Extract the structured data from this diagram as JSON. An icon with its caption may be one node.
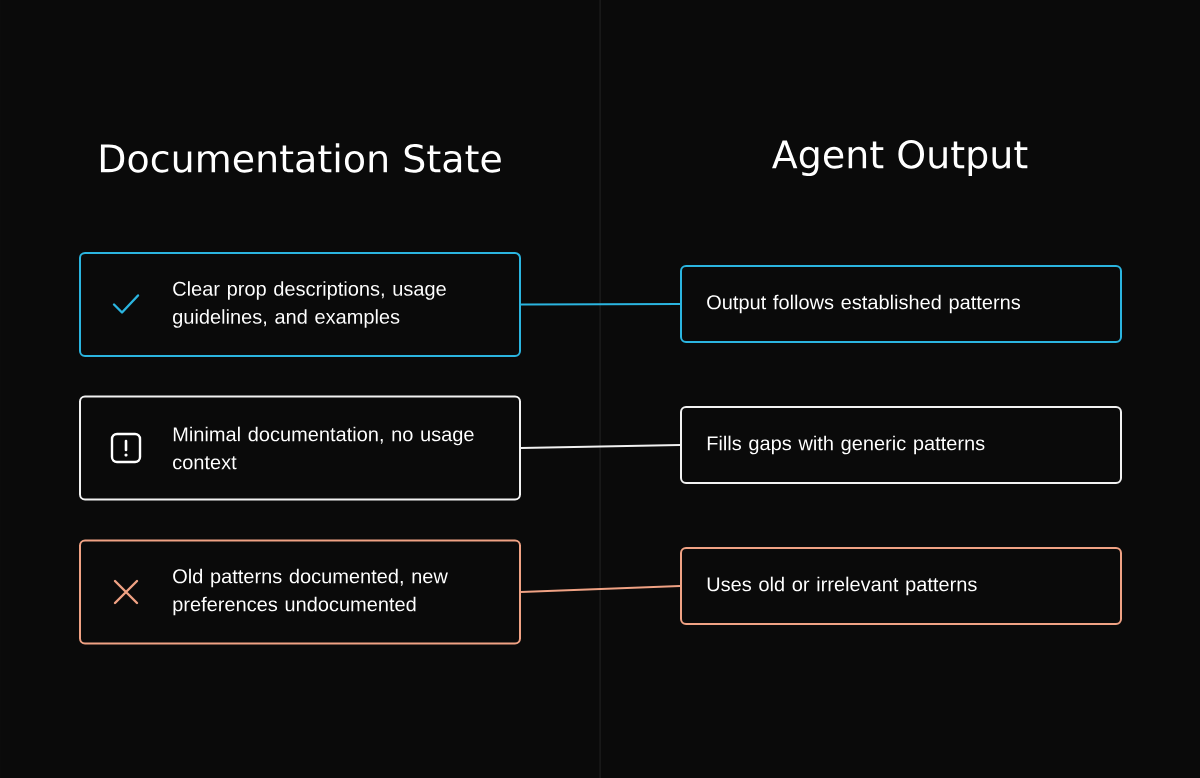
{
  "diagram": {
    "nodes": [
      {
        "text": [
          "Clear prop descriptions, usage guidelines, and examples"
        ]
      },
      {
        "text": [
          "Output follows established patterns"
        ]
      },
      {
        "text": [
          "Minimal documentation, no usage context"
        ]
      },
      {
        "text": [
          "Fills gaps with generic patterns"
        ]
      },
      {
        "text": [
          "Old patterns documented, new preferences undocumented"
        ]
      },
      {
        "text": [
          "Uses old or irrelevant patterns"
        ]
      }
    ],
    "edges": [
      {
        "from": 0,
        "to": 1,
        "arrow": "none",
        "color": "#2bb5e0"
      },
      {
        "from": 2,
        "to": 3,
        "arrow": "none",
        "color": "#f2f2f2"
      },
      {
        "from": 4,
        "to": 5,
        "arrow": "none",
        "color": "#f0a284"
      }
    ],
    "labels": [
      "Documentation State",
      "Agent Output"
    ]
  }
}
